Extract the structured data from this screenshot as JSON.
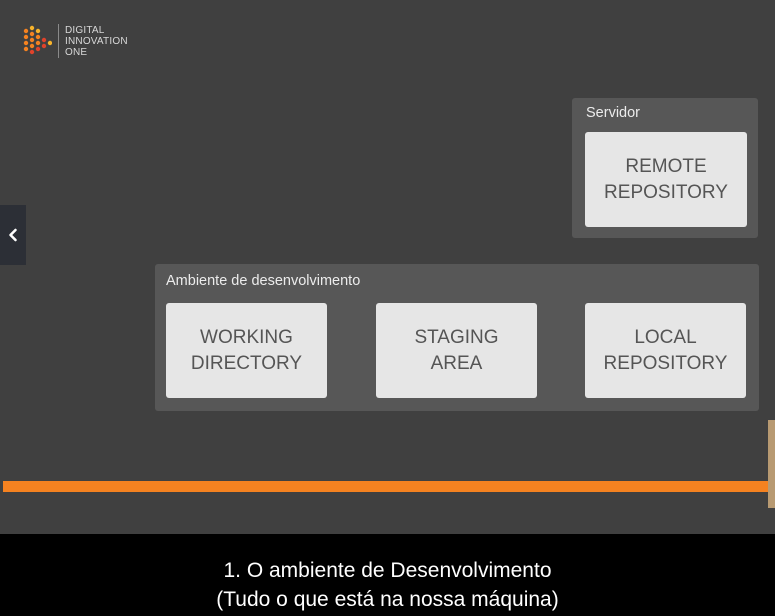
{
  "logo": {
    "lines": [
      "DIGITAL",
      "INNOVATION",
      "ONE"
    ],
    "accent": "#f58220"
  },
  "server_panel": {
    "title": "Servidor",
    "card": {
      "lines": [
        "REMOTE",
        "REPOSITORY"
      ]
    }
  },
  "dev_panel": {
    "title": "Ambiente de desenvolvimento",
    "cards": [
      {
        "lines": [
          "WORKING",
          "DIRECTORY"
        ]
      },
      {
        "lines": [
          "STAGING",
          "AREA"
        ]
      },
      {
        "lines": [
          "LOCAL",
          "REPOSITORY"
        ]
      }
    ]
  },
  "navigation": {
    "prev_icon": "chevron-left-icon"
  },
  "timeline": {
    "color": "#f58220"
  },
  "subtitles": [
    "1. O ambiente de Desenvolvimento",
    "(Tudo o que está na nossa máquina)"
  ]
}
